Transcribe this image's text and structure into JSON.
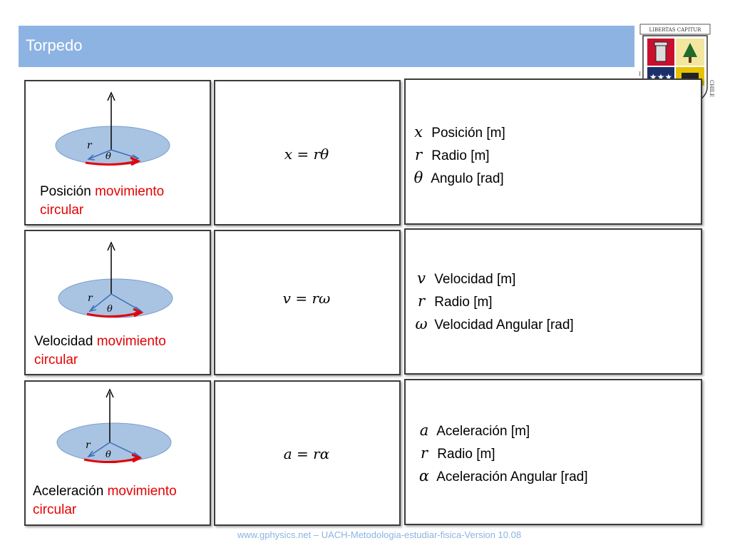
{
  "title": "Torpedo",
  "crest": {
    "top_text": "LIBERTAS CAPITUR",
    "side_text": "CHILE",
    "left_text": "I"
  },
  "rows": [
    {
      "caption_black": "Posición ",
      "caption_red": "movimiento circular",
      "label_r": "r",
      "label_angle": "θ",
      "formula_lhs": "x",
      "formula_rhs": "= rθ",
      "legend": [
        {
          "symbol": "x",
          "text": "Posición [m]"
        },
        {
          "symbol": "r",
          "text": "Radio [m]"
        },
        {
          "symbol": "θ",
          "text": "Angulo [rad]"
        }
      ]
    },
    {
      "caption_black": "Velocidad ",
      "caption_red": "movimiento circular",
      "label_r": "r",
      "label_angle": "θ",
      "formula_lhs": "v",
      "formula_rhs": "= rω",
      "legend": [
        {
          "symbol": "v",
          "text": "Velocidad [m]"
        },
        {
          "symbol": "r",
          "text": "Radio [m]"
        },
        {
          "symbol": "ω",
          "text": "Velocidad Angular [rad]"
        }
      ]
    },
    {
      "caption_black": "Aceleración ",
      "caption_red": "movimiento circular",
      "label_r": "r",
      "label_angle": "θ",
      "formula_lhs": "a",
      "formula_rhs": "= rα",
      "legend": [
        {
          "symbol": "a",
          "text": "Aceleración [m]"
        },
        {
          "symbol": "r",
          "text": "Radio [m]"
        },
        {
          "symbol": "α",
          "text": "Aceleración Angular [rad]"
        }
      ]
    }
  ],
  "footer": "www.gphysics.net – UACH-Metodologia-estudiar-fisica-Version 10.08",
  "colors": {
    "title_bar": "#8db3e2",
    "disc": "#a9c3e3",
    "arrow_red": "#e60000",
    "arrow_blue": "#3d6fb8",
    "caption_red": "#e60000"
  }
}
